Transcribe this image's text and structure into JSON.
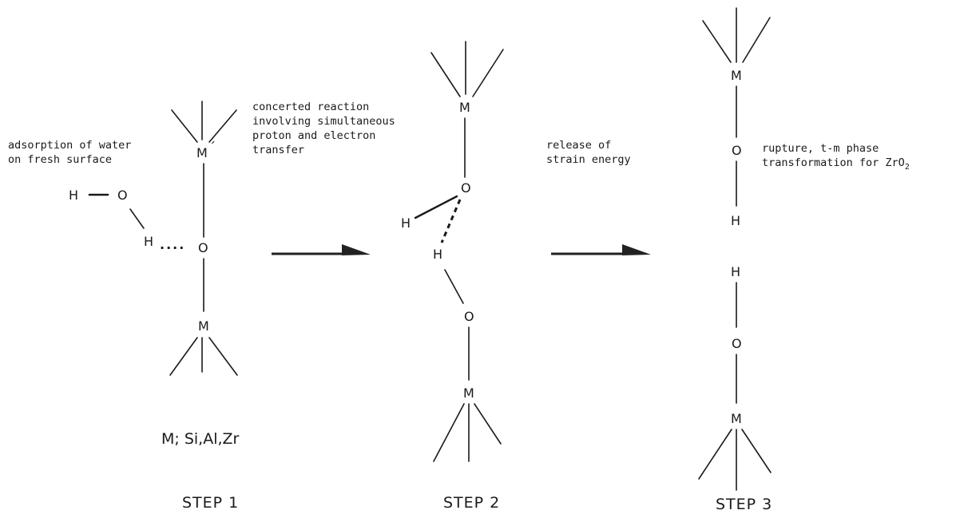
{
  "step1": {
    "annotation": [
      "adsorption of water",
      "on fresh surface"
    ],
    "atoms": {
      "m_top": "M",
      "m_top_mark": "´",
      "o_surface": "O",
      "o_water": "O",
      "h_water": "H",
      "h_bridge": "H",
      "hbond_dots": "....",
      "m_bottom": "M"
    },
    "legend": "M; Si,Al,Zr",
    "label": "STEP 1"
  },
  "step2": {
    "annotation": [
      "concerted  reaction",
      "involving simultaneous",
      "proton and electron",
      "transfer"
    ],
    "atoms": {
      "m_top": "M",
      "o_upper": "O",
      "h_left": "H",
      "h_mid": "H",
      "o_lower": "O",
      "m_bottom": "M"
    },
    "label": "STEP 2"
  },
  "step3": {
    "annotation_between": [
      "release of",
      "strain energy"
    ],
    "annotation": [
      "rupture, t-m phase",
      "transformation for ZrO"
    ],
    "formula_subscript": "2",
    "atoms": {
      "m_top": "M",
      "o_upper": "O",
      "h_upper": "H",
      "h_lower": "H",
      "o_lower": "O",
      "m_bottom": "M"
    },
    "label": "STEP 3"
  }
}
